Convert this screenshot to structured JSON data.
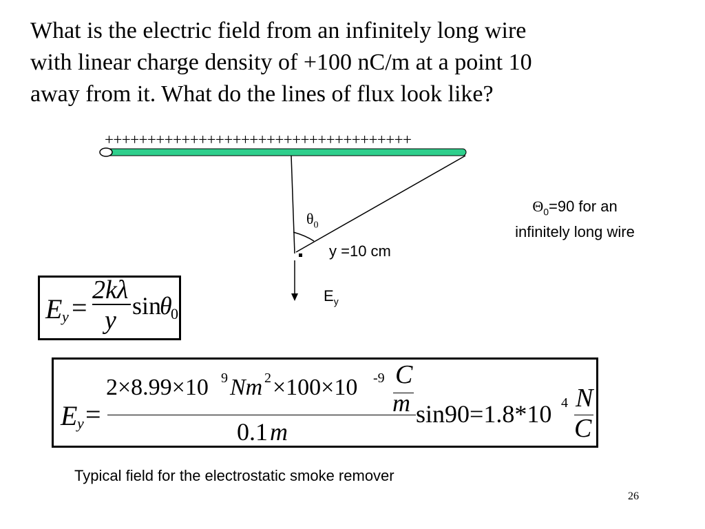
{
  "slide": {
    "title_lines": [
      "What is the electric field from an infinitely long wire",
      "with linear charge density of +100 nC/m at a point 10",
      "away from it. What do the lines of flux look like?"
    ],
    "charges": "++++++++++++++++++++++++++++++++++++",
    "theta_label": "θ",
    "theta_sub": "0",
    "note_line1_symbol": "Θ",
    "note_line1_sub": "0",
    "note_line1_rest": "=90 for an",
    "note_line2": "infinitely long wire",
    "y_label": "y =10 cm",
    "ey_label": "E",
    "ey_sub": "y",
    "formula1": {
      "lhs": "E",
      "lhs_sub": "y",
      "equals": "=",
      "numerator": "2kλ",
      "denominator": "y",
      "trig": "sin",
      "theta": "θ",
      "theta_sub": "0"
    },
    "formula2": {
      "lhs": "E",
      "lhs_sub": "y",
      "equals": "=",
      "numerator": "2×8.99×10",
      "num_exp1": "9",
      "num_unit": "Nm",
      "num_exp2": "2",
      "num_mid": "×100×10",
      "num_exp3": "-9",
      "unit_top": "C",
      "unit_bottom": "m",
      "denominator": "0.1",
      "den_unit": "m",
      "result": "sin90=1.8*10",
      "result_exp": "4",
      "res_unit_top": "N",
      "res_unit_bottom": "C"
    },
    "caption": "Typical field for the electrostatic smoke remover",
    "page_number": "26",
    "wire_color": "#2fcf8c"
  }
}
